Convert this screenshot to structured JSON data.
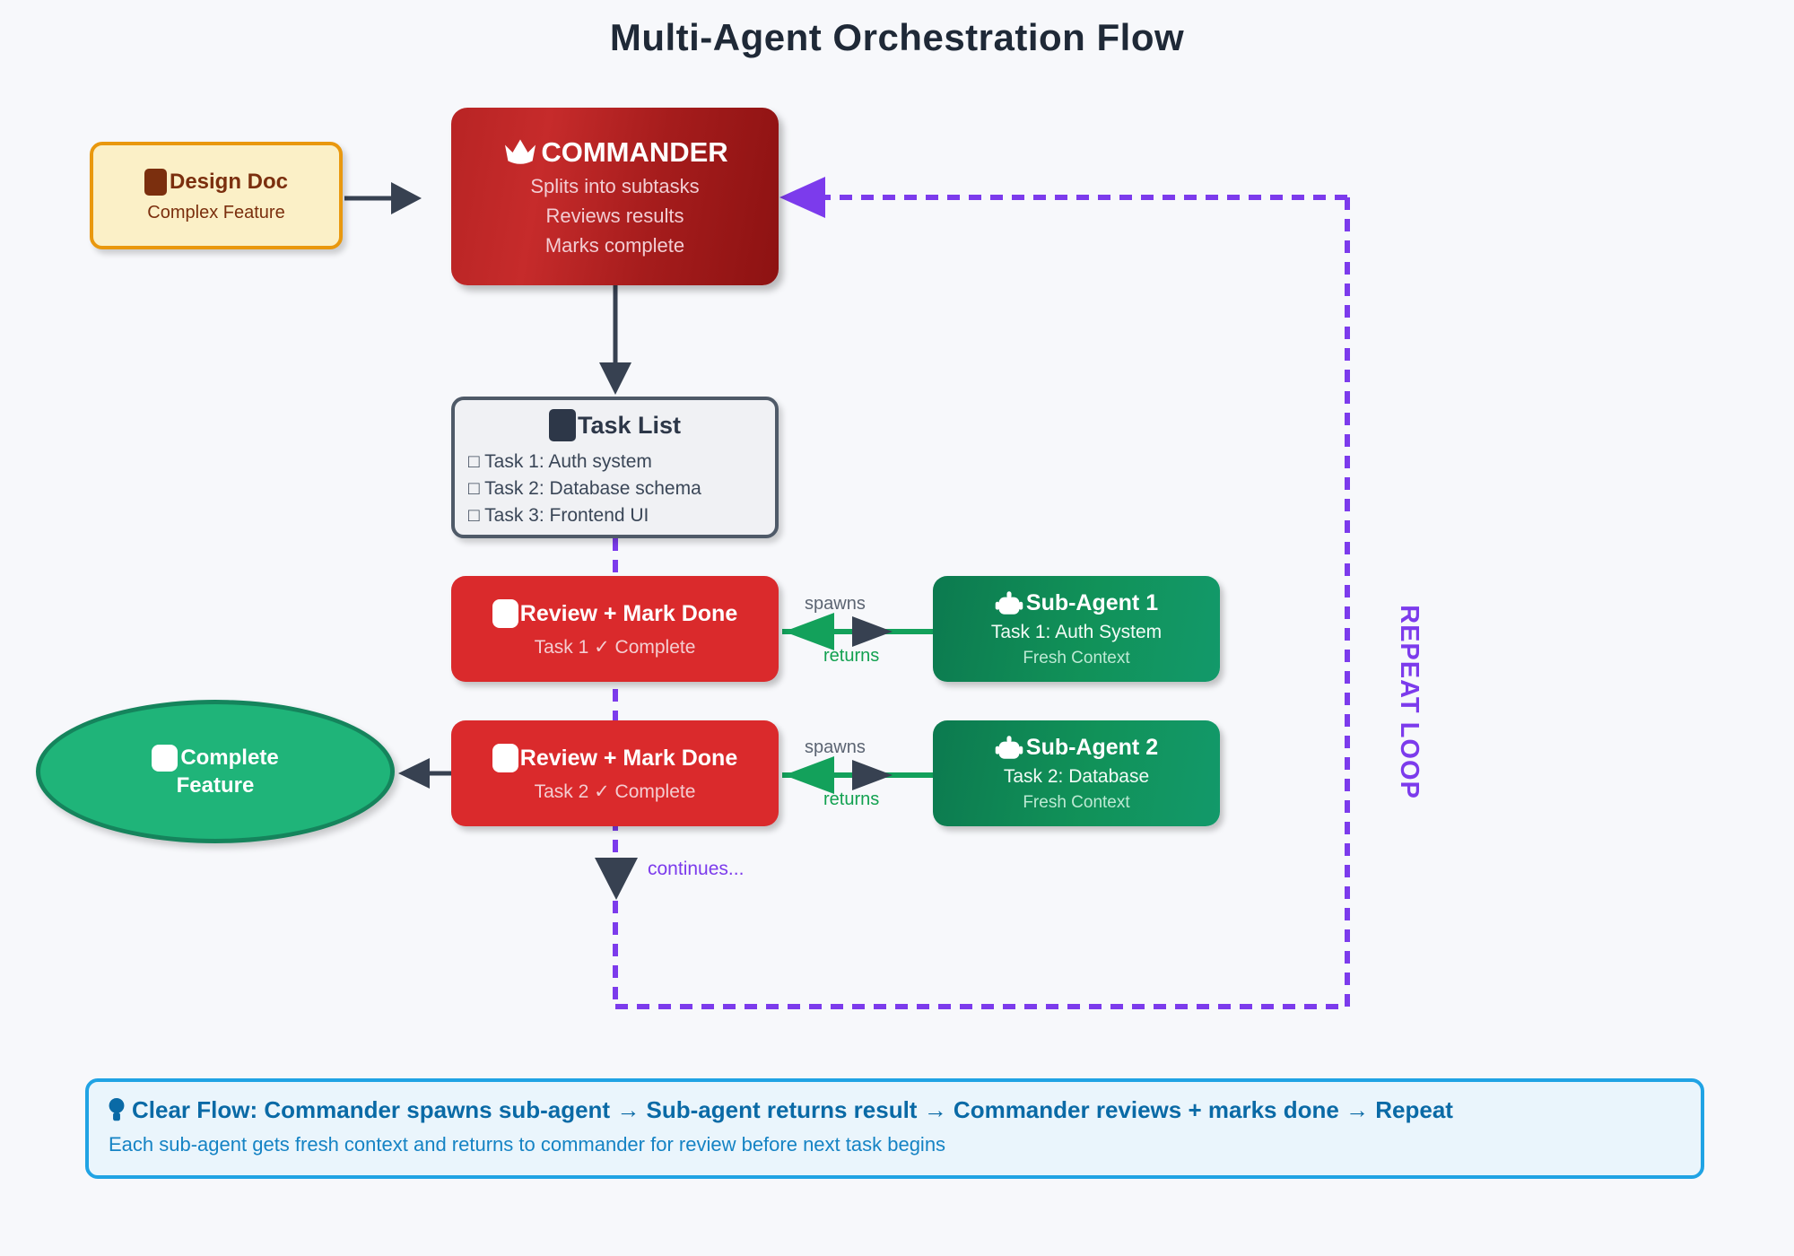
{
  "title": "Multi-Agent Orchestration Flow",
  "nodes": {
    "design_doc": {
      "title": "Design Doc",
      "subtitle": "Complex Feature"
    },
    "commander": {
      "title": "COMMANDER",
      "lines": [
        "Splits into subtasks",
        "Reviews results",
        "Marks complete"
      ]
    },
    "task_list": {
      "title": "Task List",
      "items": [
        "□ Task 1: Auth system",
        "□ Task 2: Database schema",
        "□ Task 3: Frontend UI"
      ]
    },
    "review_1": {
      "title": "Review + Mark Done",
      "subtitle": "Task 1 ✓ Complete"
    },
    "review_2": {
      "title": "Review + Mark Done",
      "subtitle": "Task 2 ✓ Complete"
    },
    "sub_agent_1": {
      "title": "Sub-Agent 1",
      "line1": "Task 1: Auth System",
      "line2": "Fresh Context"
    },
    "sub_agent_2": {
      "title": "Sub-Agent 2",
      "line1": "Task 2: Database",
      "line2": "Fresh Context"
    },
    "complete": {
      "title_line1": "Complete",
      "title_line2": "Feature"
    }
  },
  "edge_labels": {
    "spawns": "spawns",
    "returns": "returns",
    "continues": "continues...",
    "repeat_loop": "REPEAT LOOP"
  },
  "note": {
    "heading": "Clear Flow: Commander spawns sub-agent → Sub-agent returns result → Commander reviews + marks done → Repeat",
    "body": "Each sub-agent gets fresh context and returns to commander for review before next task begins"
  },
  "colors": {
    "background": "#F7F8FB",
    "title_text": "#1F2937",
    "design_doc_fill": "#FBF0C7",
    "design_doc_border": "#E9980E",
    "design_doc_text": "#7B2F0E",
    "commander_red_light": "#C62B2B",
    "commander_red_dark": "#8D1212",
    "review_red": "#DA2A2C",
    "subagent_green_dark": "#0C7A4F",
    "subagent_green_light": "#12996A",
    "complete_fill": "#1FB479",
    "complete_border": "#15845C",
    "task_list_fill": "#F0F1F4",
    "task_list_border": "#4F5A68",
    "purple_loop": "#7C3BEC",
    "dark_arrow": "#374151",
    "green_arrow": "#13A15B",
    "note_fill": "#EAF5FC",
    "note_border": "#20A3E4",
    "note_heading_text": "#0A6AA6",
    "note_body_text": "#1583C4"
  }
}
